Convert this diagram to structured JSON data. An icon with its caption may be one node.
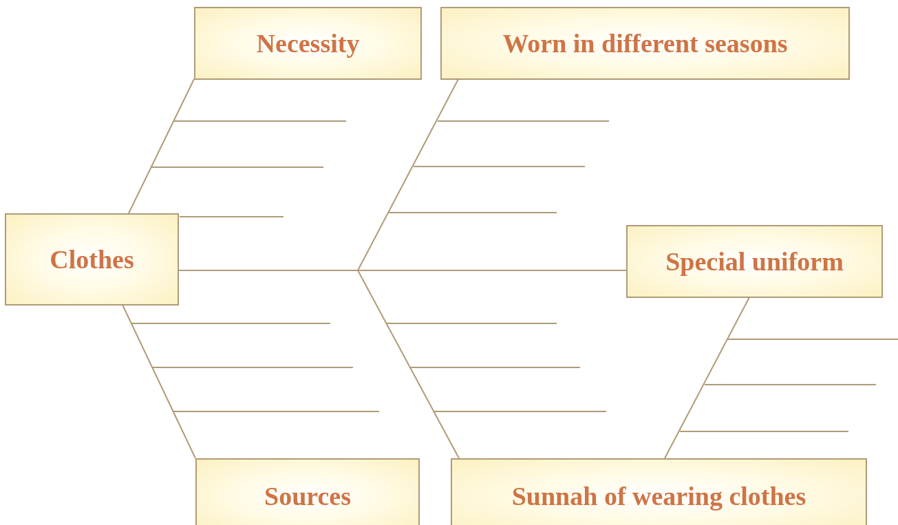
{
  "diagram": {
    "nodes": [
      {
        "text": [
          "Clothes"
        ]
      },
      {
        "text": [
          "Necessity"
        ]
      },
      {
        "text": [
          "Worn in different seasons"
        ]
      },
      {
        "text": [
          "Special uniform"
        ]
      },
      {
        "text": [
          "Sources"
        ]
      },
      {
        "text": [
          "Sunnah of wearing clothes"
        ]
      }
    ],
    "edges": [
      {
        "from": 0,
        "to": 1,
        "arrow": "none"
      },
      {
        "from": 0,
        "to": 4,
        "arrow": "none"
      },
      {
        "from": 0,
        "to": 2,
        "arrow": "none"
      },
      {
        "from": 0,
        "to": 3,
        "arrow": "none"
      },
      {
        "from": 0,
        "to": 5,
        "arrow": "none"
      },
      {
        "from": 3,
        "to": 5,
        "arrow": "none"
      }
    ]
  }
}
